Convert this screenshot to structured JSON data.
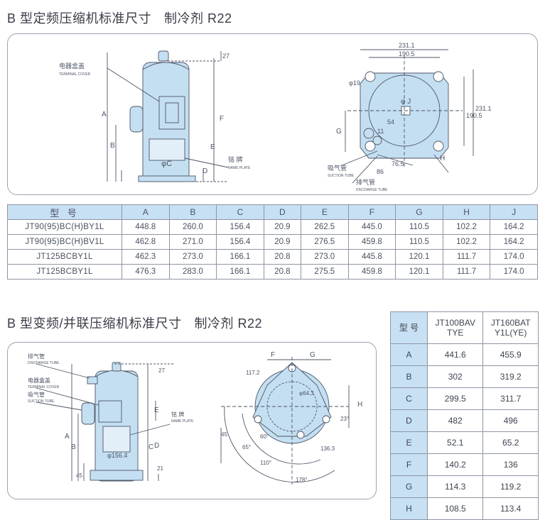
{
  "section1": {
    "title": "B 型定频压缩机标准尺寸",
    "refrigerant": "制冷剂 R22",
    "drawing": {
      "labels": {
        "elec_box_cn": "电器盒盖",
        "elec_box_en": "TERMINAL COVER",
        "nameplate_cn": "铭 牌",
        "nameplate_en": "NAME PLATE",
        "suction_cn": "吸气管",
        "suction_en": "SUCTION TUBE",
        "discharge_cn": "排气管",
        "discharge_en": "DISCHARGE TUBE",
        "phi_c": "φC",
        "phi_j": "φ J",
        "phi19": "φ19",
        "d27": "27",
        "dA": "A",
        "dB": "B",
        "dD": "D",
        "dE": "E",
        "dF": "F",
        "dG": "G",
        "dH": "H",
        "d2311": "231.1",
        "d1905": "190.5",
        "d1905v": "190.5",
        "d2311v": "231.1",
        "d765": "76.5",
        "d86": "86",
        "d54": "54",
        "d11": "11"
      }
    },
    "table": {
      "headers": [
        "型 号",
        "A",
        "B",
        "C",
        "D",
        "E",
        "F",
        "G",
        "H",
        "J"
      ],
      "rows": [
        [
          "JT90(95)BC(H)BY1L",
          "448.8",
          "260.0",
          "156.4",
          "20.9",
          "262.5",
          "445.0",
          "110.5",
          "102.2",
          "164.2"
        ],
        [
          "JT90(95)BC(H)BV1L",
          "462.8",
          "271.0",
          "156.4",
          "20.9",
          "276.5",
          "459.8",
          "110.5",
          "102.2",
          "164.2"
        ],
        [
          "JT125BCBY1L",
          "462.3",
          "273.0",
          "166.1",
          "20.8",
          "273.0",
          "445.8",
          "120.1",
          "111.7",
          "174.0"
        ],
        [
          "JT125BCBY1L",
          "476.3",
          "283.0",
          "166.1",
          "20.8",
          "275.5",
          "459.8",
          "120.1",
          "111.7",
          "174.0"
        ]
      ]
    }
  },
  "section2": {
    "title": "B 型变频/并联压缩机标准尺寸",
    "refrigerant": "制冷剂 R22",
    "drawing": {
      "labels": {
        "discharge_cn": "排气管",
        "discharge_en": "DISCHARGE TUBE",
        "elec_box_cn": "电器盒盖",
        "elec_box_en": "TERMINAL COVER",
        "suction_cn": "吸气管",
        "suction_en": "SUCTION TUBE",
        "nameplate_cn": "铭 牌",
        "nameplate_en": "NAME PLATE",
        "phi1564": "φ156.4",
        "d27": "27",
        "dA": "A",
        "dB": "B",
        "dC": "C",
        "dD": "D",
        "dE": "E",
        "d45": "45",
        "d21": "21",
        "dF": "F",
        "dG": "G",
        "dH": "H",
        "d1172": "117.2",
        "d23": "23°",
        "d1363": "136.3",
        "d60": "60°",
        "d65": "65°",
        "d45b": "45",
        "d110": "110°",
        "d178": "178°",
        "phi": "φ64.3"
      }
    },
    "table": {
      "header": [
        "型 号",
        "JT100BAV\nTYE",
        "JT160BAT\nY1L(YE)"
      ],
      "header_col1_line1": "JT100BAV",
      "header_col1_line2": "TYE",
      "header_col2_line1": "JT160BAT",
      "header_col2_line2": "Y1L(YE)",
      "rows": [
        [
          "A",
          "441.6",
          "455.9"
        ],
        [
          "B",
          "302",
          "319.2"
        ],
        [
          "C",
          "299.5",
          "311.7"
        ],
        [
          "D",
          "482",
          "496"
        ],
        [
          "E",
          "52.1",
          "65.2"
        ],
        [
          "F",
          "140.2",
          "136"
        ],
        [
          "G",
          "114.3",
          "119.2"
        ],
        [
          "H",
          "108.5",
          "113.4"
        ]
      ]
    }
  },
  "colors": {
    "body_fill": "#c4dff1",
    "line": "#4d5566",
    "header_fill": "#c7e0f3",
    "panel_border": "#9aa3b3"
  }
}
